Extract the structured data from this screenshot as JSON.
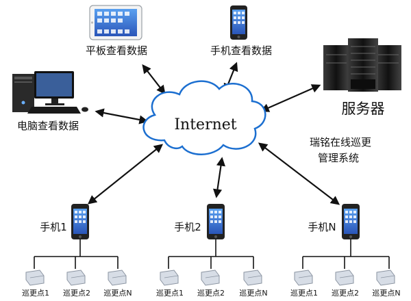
{
  "cloud": {
    "label": "Internet"
  },
  "devices": {
    "tablet": {
      "label": "平板查看数据",
      "icon": "tablet-icon"
    },
    "phone_top": {
      "label": "手机查看数据",
      "icon": "smartphone-icon"
    },
    "desktop": {
      "label": "电脑查看数据",
      "icon": "desktop-computer-icon"
    },
    "server": {
      "label": "服务器",
      "icon": "server-rack-icon"
    }
  },
  "system_name": {
    "line1": "瑞铭在线巡更",
    "line2": "管理系统"
  },
  "handsets": [
    {
      "label": "手机1",
      "icon": "smartphone-icon",
      "points": [
        "巡更点1",
        "巡更点2",
        "巡更点N"
      ]
    },
    {
      "label": "手机2",
      "icon": "smartphone-icon",
      "points": [
        "巡更点1",
        "巡更点2",
        "巡更点N"
      ]
    },
    {
      "label": "手机N",
      "icon": "smartphone-icon",
      "points": [
        "巡更点1",
        "巡更点2",
        "巡更点N"
      ]
    }
  ],
  "colors": {
    "arrow": "#111111",
    "cloud_stroke": "#1c6fd0",
    "cloud_fill": "#ffffff",
    "phone_body": "#222222",
    "phone_screen": "#3b72d9",
    "checkpoint_fill": "#d7dde6"
  }
}
